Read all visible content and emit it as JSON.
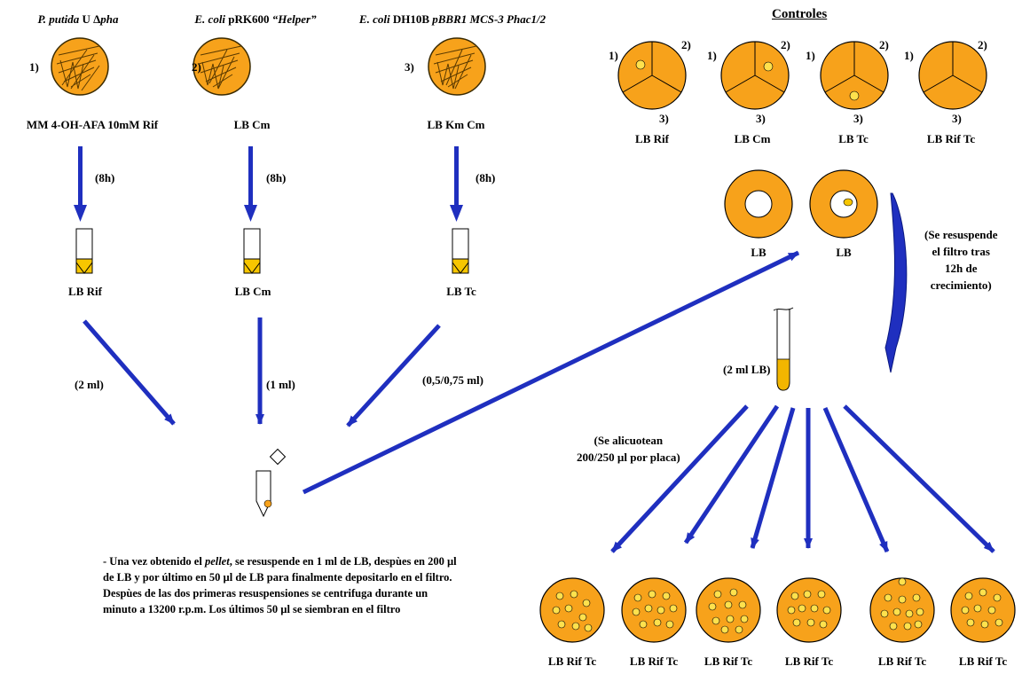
{
  "colors": {
    "agar": "#f7a21b",
    "plate_edge": "#3a2a00",
    "arrow": "#1f2fbf",
    "colony": "#ffe14d",
    "liquid": "#f2b600",
    "tube_broth": "#f7c600"
  },
  "strains": [
    {
      "id": "1",
      "plate_label": "1)",
      "name_italic": "P. putida",
      "name_rest": " U Δ",
      "name_italic2": "pha",
      "name_rest2": "",
      "medium": "MM 4-OH-AFA 10mM Rif",
      "time": "(8h)",
      "tube_medium": "LB Rif",
      "volume": "(2 ml)"
    },
    {
      "id": "2",
      "plate_label": "2)",
      "name_italic": "E. coli",
      "name_rest": " pRK600 ",
      "name_italic2": "“Helper”",
      "name_rest2": "",
      "medium": "LB Cm",
      "time": "(8h)",
      "tube_medium": "LB Cm",
      "volume": "(1 ml)"
    },
    {
      "id": "3",
      "plate_label": "3)",
      "name_italic": "E. coli",
      "name_rest": " DH10B ",
      "name_italic2": "pBBR1 MCS-3 Phac1/2",
      "name_rest2": "",
      "medium": "LB Km Cm",
      "time": "(8h)",
      "tube_medium": "LB Tc",
      "volume": "(0,5/0,75 ml)"
    }
  ],
  "controls": {
    "title": "Controles",
    "sector_labels": [
      "1)",
      "2)",
      "3)"
    ],
    "plates": [
      {
        "medium": "LB Rif",
        "colony_sector": "1"
      },
      {
        "medium": "LB Cm",
        "colony_sector": "2"
      },
      {
        "medium": "LB Tc",
        "colony_sector": "3"
      },
      {
        "medium": "LB Rif Tc",
        "colony_sector": "none"
      }
    ]
  },
  "filter_plates": [
    {
      "medium": "LB",
      "state": "filter"
    },
    {
      "medium": "LB",
      "state": "filter with growth"
    }
  ],
  "resuspend_note": "(Se resuspende el filtro tras 12h de crecimiento)",
  "resuspend_lines": [
    "(Se resuspende",
    "el filtro tras",
    "12h de",
    "crecimiento)"
  ],
  "resuspension_tube_label": "(2 ml LB)",
  "aliquot_note_lines": [
    "(Se alicuotean",
    "200/250 µl por placa)"
  ],
  "selection_plates": [
    {
      "medium": "LB Rif Tc"
    },
    {
      "medium": "LB Rif Tc"
    },
    {
      "medium": "LB Rif Tc"
    },
    {
      "medium": "LB Rif Tc"
    },
    {
      "medium": "LB Rif Tc"
    },
    {
      "medium": "LB Rif Tc"
    }
  ],
  "protocol_note": {
    "part1": "- Una vez obtenido el ",
    "part2_italic": "pellet",
    "part3": ", se resuspende en 1 ml de LB, despùes en 200 µl de LB y por último en 50 µl de LB para finalmente depositarlo en el filtro. Despùes de las dos primeras resuspensiones se centrifuga durante un minuto a 13200 r.p.m. Los últimos 50 µl se siembran en el filtro"
  }
}
